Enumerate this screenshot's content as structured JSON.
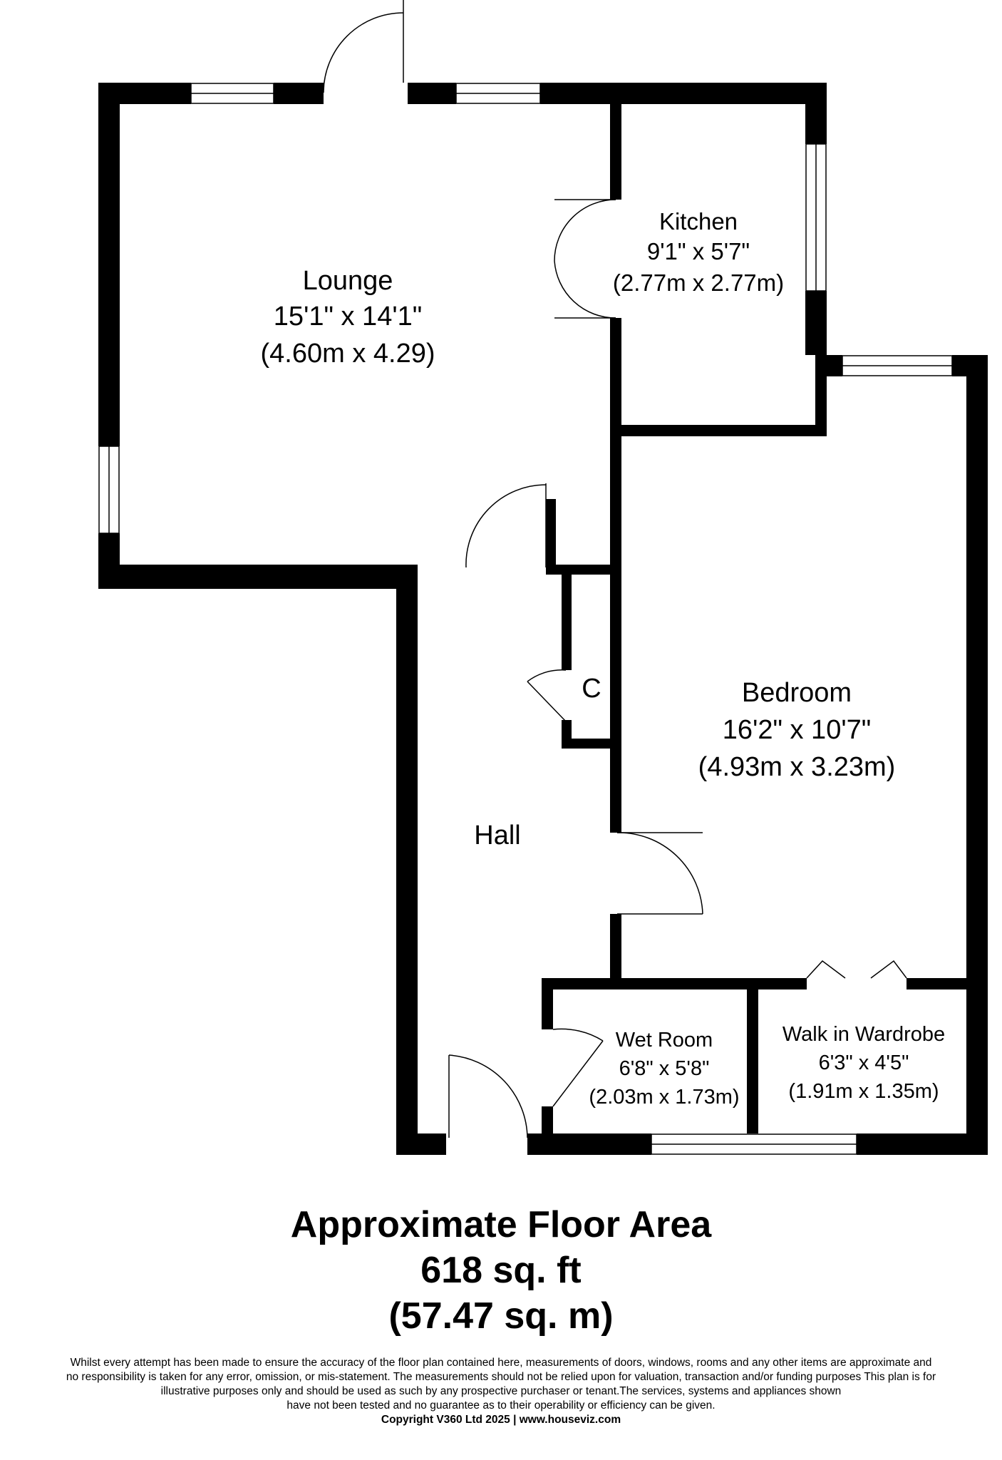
{
  "rooms": {
    "lounge": {
      "name": "Lounge",
      "size_imperial": "15'1\" x 14'1\"",
      "size_metric": "(4.60m x 4.29)"
    },
    "kitchen": {
      "name": "Kitchen",
      "size_imperial": "9'1\" x 5'7\"",
      "size_metric": "(2.77m x 2.77m)"
    },
    "bedroom": {
      "name": "Bedroom",
      "size_imperial": "16'2\" x 10'7\"",
      "size_metric": "(4.93m x 3.23m)"
    },
    "hall": {
      "name": "Hall"
    },
    "cupboard": {
      "name": "C"
    },
    "wet_room": {
      "name": "Wet Room",
      "size_imperial": "6'8\" x 5'8\"",
      "size_metric": "(2.03m x 1.73m)"
    },
    "wardrobe": {
      "name": "Walk in Wardrobe",
      "size_imperial": "6'3\" x 4'5\"",
      "size_metric": "(1.91m x 1.35m)"
    }
  },
  "floor_area": {
    "title": "Approximate Floor Area",
    "imperial": "618 sq. ft",
    "metric": "(57.47 sq. m)"
  },
  "disclaimer": {
    "lines": [
      "Whilst every attempt has been made to ensure the accuracy of the floor plan contained here, measurements of doors, windows, rooms and any other items are approximate and",
      "no responsibility is taken for any error, omission, or mis-statement.  The measurements should not be relied upon for valuation, transaction and/or funding purposes This plan is for",
      "illustrative purposes only and should be used as such by any prospective purchaser or tenant.The services, systems and appliances shown",
      "have not been tested and no guarantee as to their operability or efficiency can be given."
    ],
    "copyright": "Copyright V360 Ltd 2025 | www.houseviz.com"
  }
}
